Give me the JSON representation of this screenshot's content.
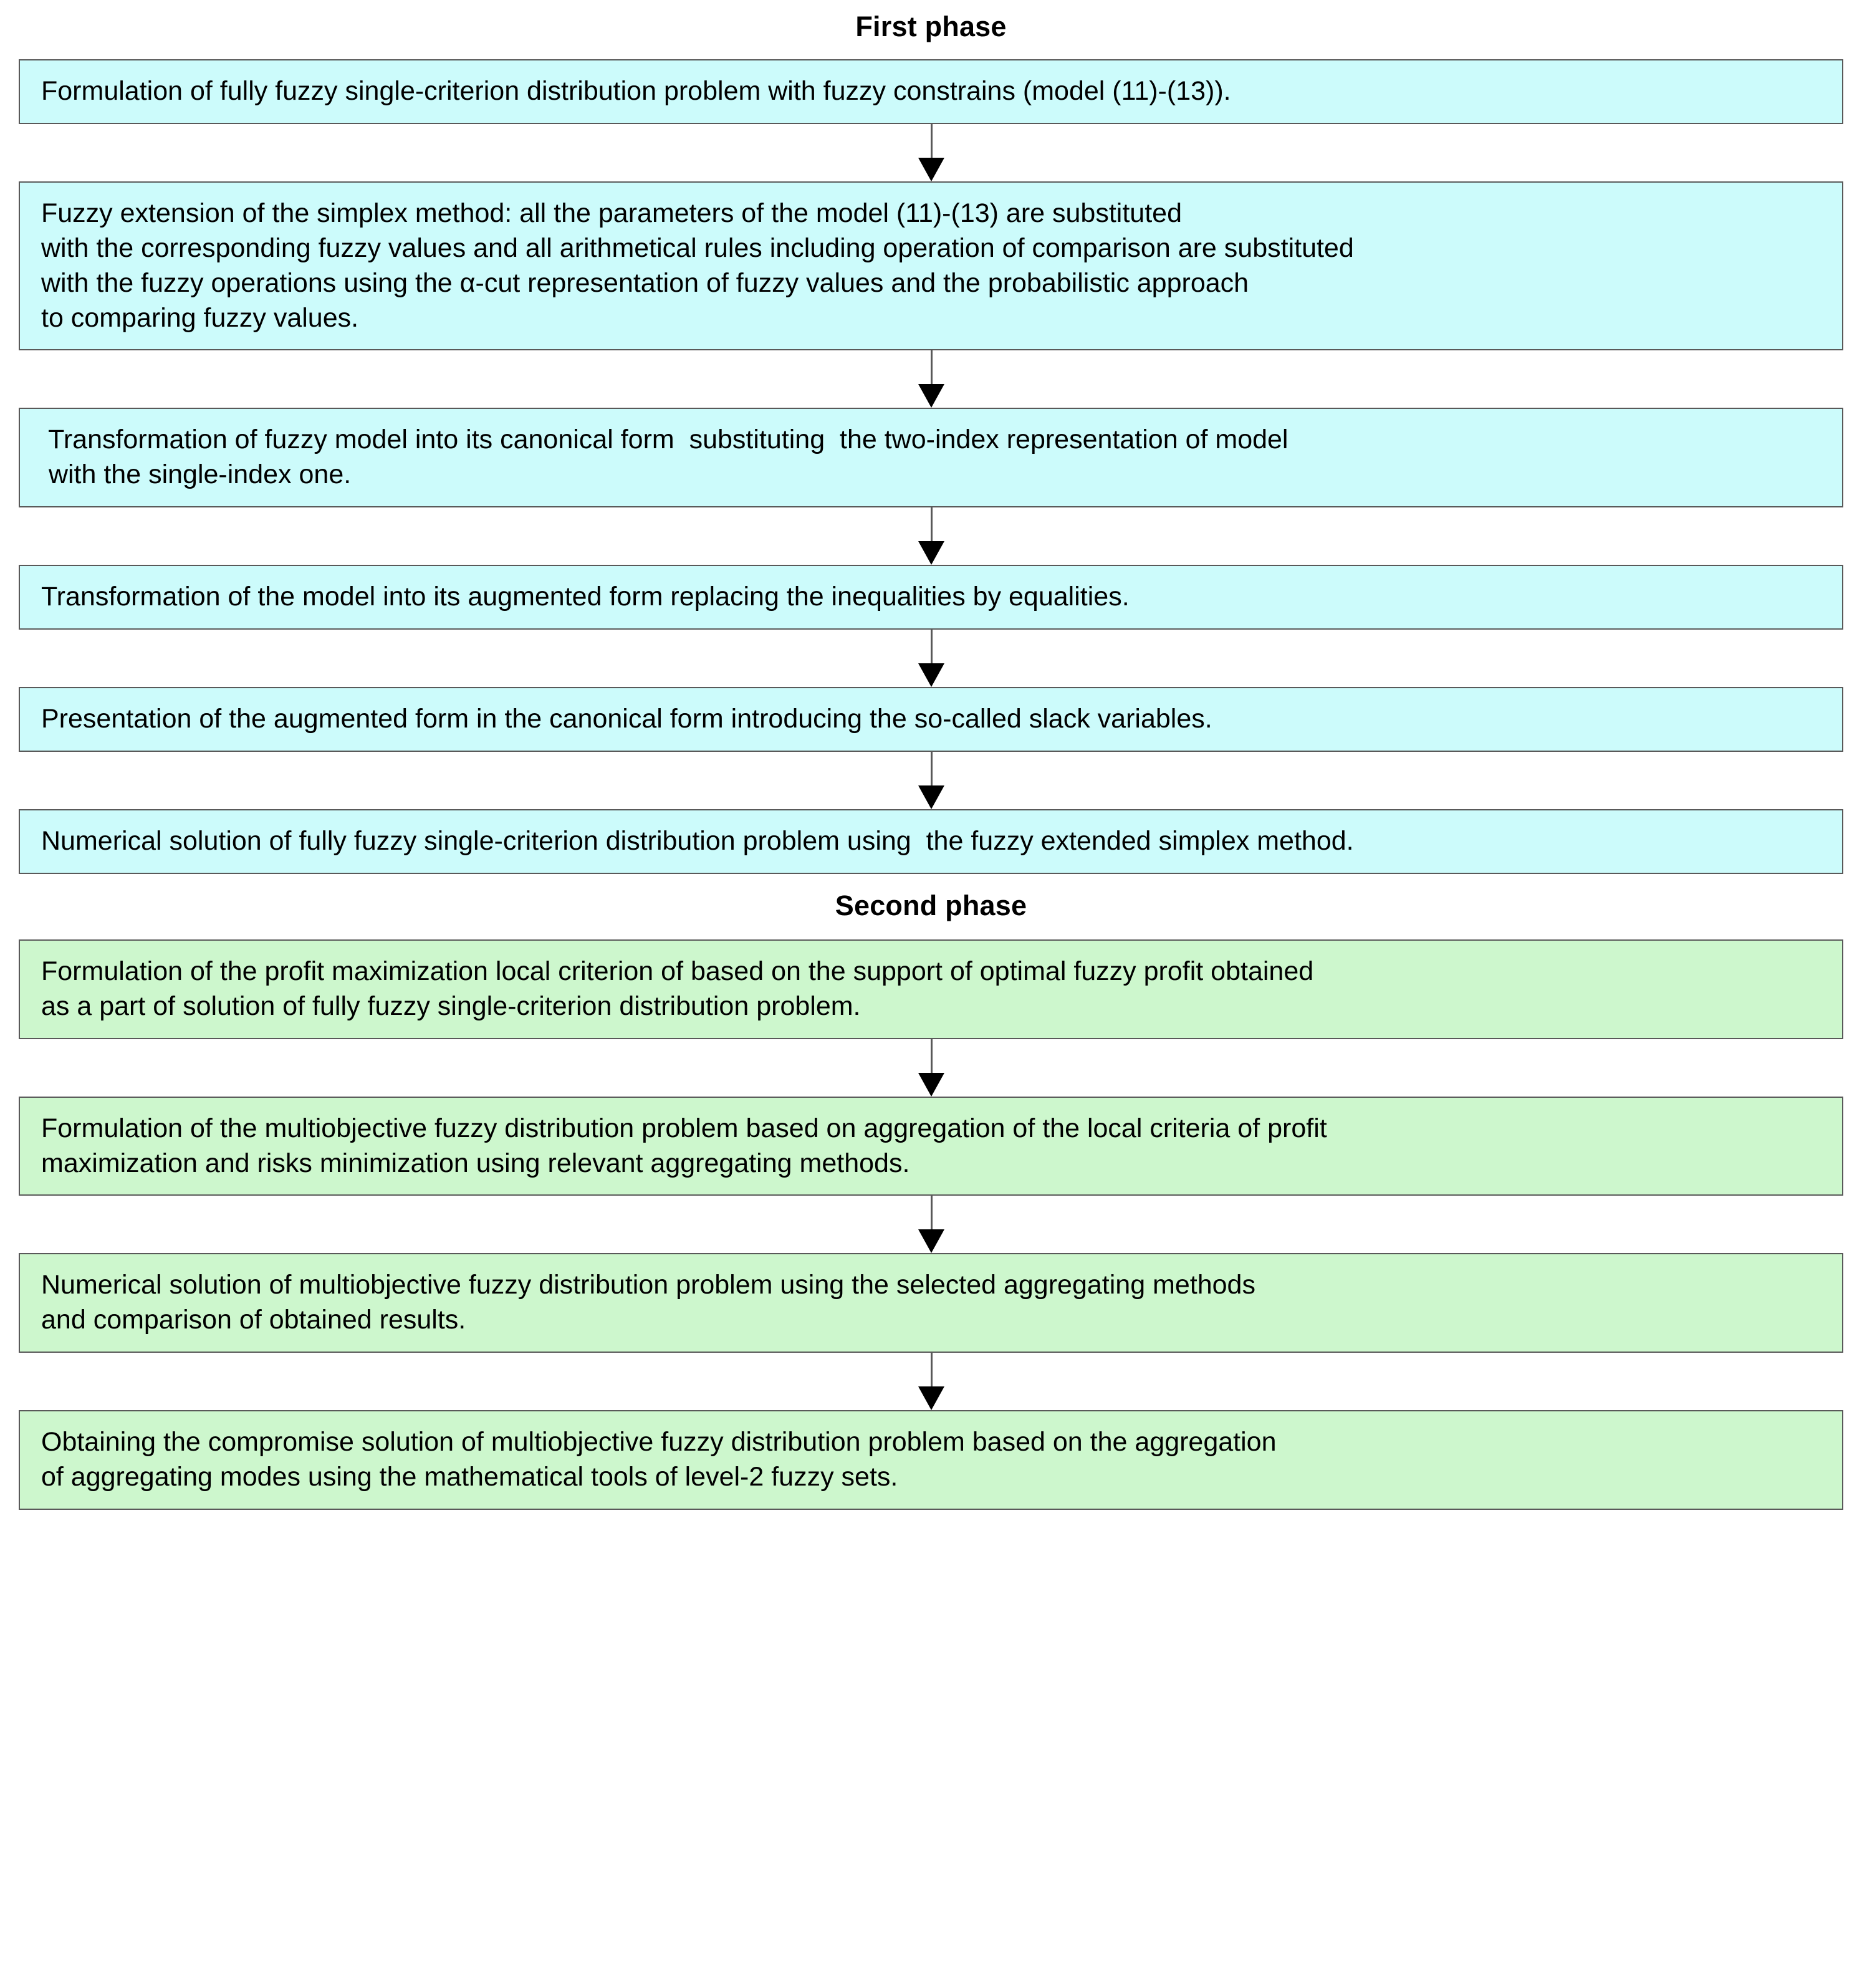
{
  "phases": [
    {
      "title": "First phase",
      "color": "#ccfbfb",
      "nodes": [
        {
          "lines": [
            "Formulation of fully fuzzy single-criterion distribution problem with fuzzy constrains (model (11)-(13))."
          ]
        },
        {
          "lines": [
            "Fuzzy extension of the simplex method: all the parameters of the model (11)-(13) are substituted",
            "with the corresponding fuzzy values and all arithmetical rules including operation of comparison are substituted",
            "with the fuzzy operations using the α-cut representation of fuzzy values and the probabilistic approach",
            "to comparing fuzzy values."
          ]
        },
        {
          "lines": [
            " Transformation of fuzzy model into its canonical form  substituting  the two-index representation of model",
            " with the single-index one."
          ]
        },
        {
          "lines": [
            "Transformation of the model into its augmented form replacing the inequalities by equalities."
          ]
        },
        {
          "lines": [
            "Presentation of the augmented form in the canonical form introducing the so-called slack variables."
          ]
        },
        {
          "lines": [
            "Numerical solution of fully fuzzy single-criterion distribution problem using  the fuzzy extended simplex method."
          ]
        }
      ]
    },
    {
      "title": "Second phase",
      "color": "#cdf7cd",
      "nodes": [
        {
          "lines": [
            "Formulation of the profit maximization local criterion of based on the support of optimal fuzzy profit obtained",
            "as a part of solution of fully fuzzy single-criterion distribution problem."
          ]
        },
        {
          "lines": [
            "Formulation of the multiobjective fuzzy distribution problem based on aggregation of the local criteria of profit",
            "maximization and risks minimization using relevant aggregating methods."
          ]
        },
        {
          "lines": [
            "Numerical solution of multiobjective fuzzy distribution problem using the selected aggregating methods",
            "and comparison of obtained results."
          ]
        },
        {
          "lines": [
            "Obtaining the compromise solution of multiobjective fuzzy distribution problem based on the aggregation",
            "of aggregating modes using the mathematical tools of level-2 fuzzy sets."
          ]
        }
      ]
    }
  ],
  "colors": {
    "first_phase_fill": "#ccfbfb",
    "second_phase_fill": "#cdf7cd",
    "node_border": "#595959",
    "connector": "#000000",
    "text": "#000000",
    "background": "#ffffff"
  }
}
